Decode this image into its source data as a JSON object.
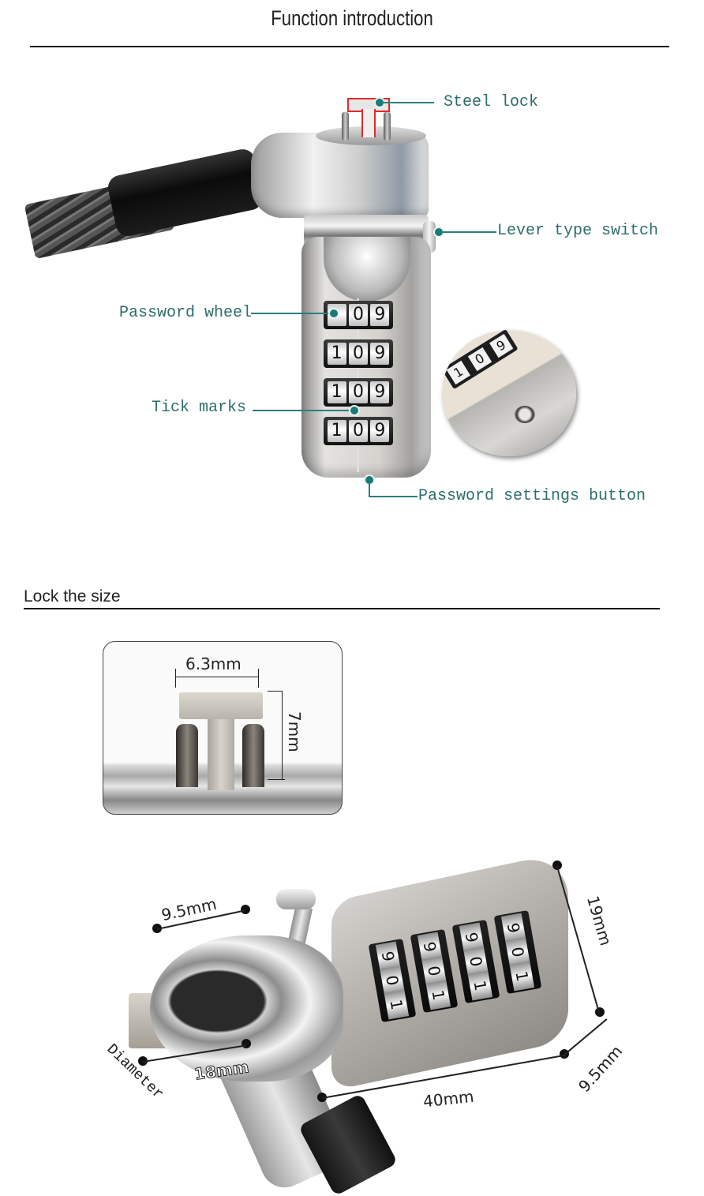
{
  "section_function": {
    "title": "Function introduction",
    "callouts": [
      {
        "id": "steel-lock",
        "label": "Steel lock"
      },
      {
        "id": "lever-type-switch",
        "label": "Lever type switch"
      },
      {
        "id": "password-wheel",
        "label": "Password wheel"
      },
      {
        "id": "tick-marks",
        "label": "Tick marks"
      },
      {
        "id": "password-settings-button",
        "label": "Password settings button"
      }
    ],
    "wheels": [
      {
        "digits": [
          "",
          "0",
          "9"
        ]
      },
      {
        "digits": [
          "1",
          "0",
          "9"
        ]
      },
      {
        "digits": [
          "1",
          "0",
          "9"
        ]
      },
      {
        "digits": [
          "1",
          "0",
          "9"
        ]
      }
    ],
    "zoom_wheel_digits": [
      "1",
      "0",
      "9"
    ],
    "accent_color": "#2a7f7b",
    "highlight_color": "#e02b2b"
  },
  "section_size": {
    "title": "Lock the size",
    "t_head": {
      "width_label": "6.3mm",
      "height_label": "7mm"
    },
    "lock_body": {
      "head_width_label": "9.5mm",
      "height_label": "19mm",
      "depth_label": "9.5mm",
      "length_label": "40mm",
      "diameter_caption": "Diameter",
      "diameter_label": "18mm",
      "wheel_digits": [
        "9",
        "0",
        "1"
      ]
    }
  }
}
